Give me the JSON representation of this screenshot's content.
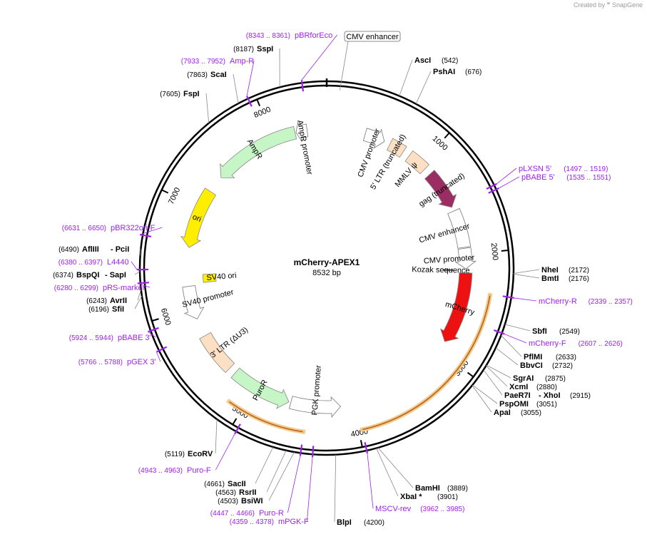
{
  "credit": {
    "prefix": "Created by",
    "brand": "SnapGene"
  },
  "plasmid": {
    "name": "mCherry-APEX1",
    "size_label": "8532 bp",
    "length": 8532
  },
  "colors": {
    "purple": "#a020f0",
    "mcherry": "#ee1111",
    "gag": "#9b2d62",
    "ori": "#ffee00",
    "green": "#c6f5c6",
    "ltr": "#fde0c4",
    "highlight": "#f5c98a",
    "dark_green": "#2e8b1e",
    "brown": "#b5651d"
  },
  "ticks": [
    {
      "label": "1000",
      "pos": 1000
    },
    {
      "label": "2000",
      "pos": 2000
    },
    {
      "label": "3000",
      "pos": 3000
    },
    {
      "label": "4000",
      "pos": 4000
    },
    {
      "label": "5000",
      "pos": 5000
    },
    {
      "label": "6000",
      "pos": 6000
    },
    {
      "label": "7000",
      "pos": 7000
    },
    {
      "label": "8000",
      "pos": 8000
    }
  ],
  "features": [
    {
      "name": "CMV enhancer",
      "start": 0,
      "end": 380,
      "dir": 0,
      "style": "box",
      "boxed_label": true
    },
    {
      "name": "CMV promoter",
      "start": 380,
      "end": 580,
      "dir": 1,
      "style": "open"
    },
    {
      "name": "5' LTR (truncated)",
      "start": 640,
      "end": 790,
      "dir": 0,
      "style": "ltr"
    },
    {
      "name": "MMLV ψ",
      "start": 860,
      "end": 1060,
      "dir": 0,
      "style": "ltr"
    },
    {
      "name": "gag (truncated)",
      "start": 1130,
      "end": 1520,
      "dir": 1,
      "style": "gag"
    },
    {
      "name": "CMV enhancer",
      "start": 1560,
      "end": 1930,
      "dir": 0,
      "style": "open"
    },
    {
      "name": "CMV promoter",
      "start": 1940,
      "end": 2140,
      "dir": 1,
      "style": "open"
    },
    {
      "name": "Kozak sequence",
      "start": 2155,
      "end": 2165,
      "dir": 0,
      "style": "mark"
    },
    {
      "name": "mCherry",
      "start": 2180,
      "end": 2890,
      "dir": 1,
      "style": "mcherry"
    },
    {
      "name": "PGK promoter",
      "start": 4130,
      "end": 4620,
      "dir": -1,
      "style": "open"
    },
    {
      "name": "PuroR",
      "start": 4640,
      "end": 5240,
      "dir": -1,
      "style": "green"
    },
    {
      "name": "3' LTR (ΔU3)",
      "start": 5310,
      "end": 5710,
      "dir": 0,
      "style": "ltr"
    },
    {
      "name": "SV40 promoter",
      "start": 5890,
      "end": 6220,
      "dir": -1,
      "style": "open"
    },
    {
      "name": "SV40 ori",
      "start": 6240,
      "end": 6330,
      "dir": 0,
      "style": "yellowbox"
    },
    {
      "name": "ori",
      "start": 6600,
      "end": 7190,
      "dir": -1,
      "style": "ori"
    },
    {
      "name": "AmpR",
      "start": 7360,
      "end": 8220,
      "dir": -1,
      "style": "green"
    },
    {
      "name": "AmpR promoter",
      "start": 8230,
      "end": 8340,
      "dir": -1,
      "style": "open"
    }
  ],
  "highlights": [
    {
      "start": 2340,
      "end": 3990
    },
    {
      "start": 4443,
      "end": 5140
    }
  ],
  "restriction_sites": [
    {
      "name": "AscI",
      "pos": "(542)"
    },
    {
      "name": "PshAI",
      "pos": "(676)"
    },
    {
      "name": "NheI",
      "pos": "(2172)"
    },
    {
      "name": "BmtI",
      "pos": "(2176)"
    },
    {
      "name": "SbfI",
      "pos": "(2549)"
    },
    {
      "name": "PflMI",
      "pos": "(2633)"
    },
    {
      "name": "BbvCI",
      "pos": "(2732)"
    },
    {
      "name": "SgrAI",
      "pos": "(2875)"
    },
    {
      "name": "XcmI",
      "pos": "(2880)"
    },
    {
      "name": "PaeR7I",
      "name2": "XhoI",
      "pos": "(2915)"
    },
    {
      "name": "PspOMI",
      "pos": "(3051)"
    },
    {
      "name": "ApaI",
      "pos": "(3055)"
    },
    {
      "name": "BamHI",
      "pos": "(3889)"
    },
    {
      "name": "XbaI *",
      "pos": "(3901)"
    },
    {
      "name": "BlpI",
      "pos": "(4200)"
    },
    {
      "name": "BsiWI",
      "pos": "(4503)"
    },
    {
      "name": "RsrII",
      "pos": "(4563)"
    },
    {
      "name": "SacII",
      "pos": "(4661)"
    },
    {
      "name": "EcoRV",
      "pos": "(5119)"
    },
    {
      "name": "SfiI",
      "pos": "(6196)"
    },
    {
      "name": "AvrII",
      "pos": "(6243)"
    },
    {
      "name": "BspQI",
      "name2": "SapI",
      "pos": "(6374)"
    },
    {
      "name": "AflIII",
      "name2": "PciI",
      "pos": "(6490)"
    },
    {
      "name": "FspI",
      "pos": "(7605)"
    },
    {
      "name": "ScaI",
      "pos": "(7863)"
    },
    {
      "name": "SspI",
      "pos": "(8187)"
    }
  ],
  "primers": [
    {
      "name": "pLXSN 5'",
      "range": "(1497 .. 1519)"
    },
    {
      "name": "pBABE 5'",
      "range": "(1535 .. 1551)"
    },
    {
      "name": "mCherry-R",
      "range": "(2339 .. 2357)"
    },
    {
      "name": "mCherry-F",
      "range": "(2607 .. 2626)"
    },
    {
      "name": "MSCV-rev",
      "range": "(3962 .. 3985)"
    },
    {
      "name": "mPGK-F",
      "range": "(4359 .. 4378)"
    },
    {
      "name": "Puro-R",
      "range": "(4447 .. 4466)"
    },
    {
      "name": "Puro-F",
      "range": "(4943 .. 4963)"
    },
    {
      "name": "pGEX 3'",
      "range": "(5766 .. 5788)"
    },
    {
      "name": "pBABE 3'",
      "range": "(5924 .. 5944)"
    },
    {
      "name": "pRS-marker",
      "range": "(6280 .. 6299)"
    },
    {
      "name": "L4440",
      "range": "(6380 .. 6397)"
    },
    {
      "name": "pBR322ori-F",
      "range": "(6631 .. 6650)"
    },
    {
      "name": "Amp-R",
      "range": "(7933 .. 7952)"
    },
    {
      "name": "pBRforEco",
      "range": "(8343 .. 8361)"
    }
  ]
}
